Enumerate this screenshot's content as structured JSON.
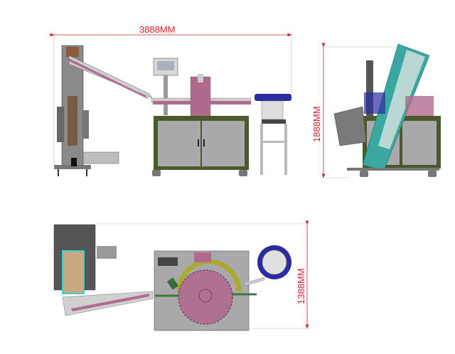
{
  "dimensions": {
    "width_label": "3888MM",
    "height_label": "1888MM",
    "depth_label": "1388MM"
  },
  "colors": {
    "dimension": "#d4202c",
    "frame_green": "#4a5a2a",
    "panel_gray": "#a9a9ab",
    "part_pink": "#b06a8e",
    "bowl_blue": "#2c2ca0",
    "rail_teal": "#3aa8a0"
  },
  "views": [
    "front-view",
    "side-view",
    "top-view"
  ]
}
